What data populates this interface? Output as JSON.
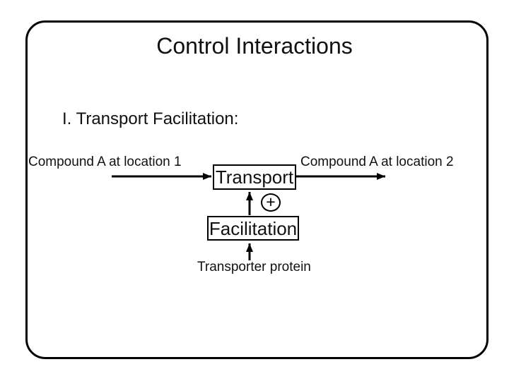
{
  "slide": {
    "title": "Control Interactions",
    "section_heading": "I. Transport Facilitation:",
    "diagram": {
      "left_label": "Compound A at location 1",
      "right_label": "Compound A at location 2",
      "transport_box_label": "Transport",
      "facilitation_box_label": "Facilitation",
      "plus_sign": "+",
      "bottom_label": "Transporter protein"
    },
    "colors": {
      "ink": "#000000",
      "background": "#ffffff"
    }
  }
}
